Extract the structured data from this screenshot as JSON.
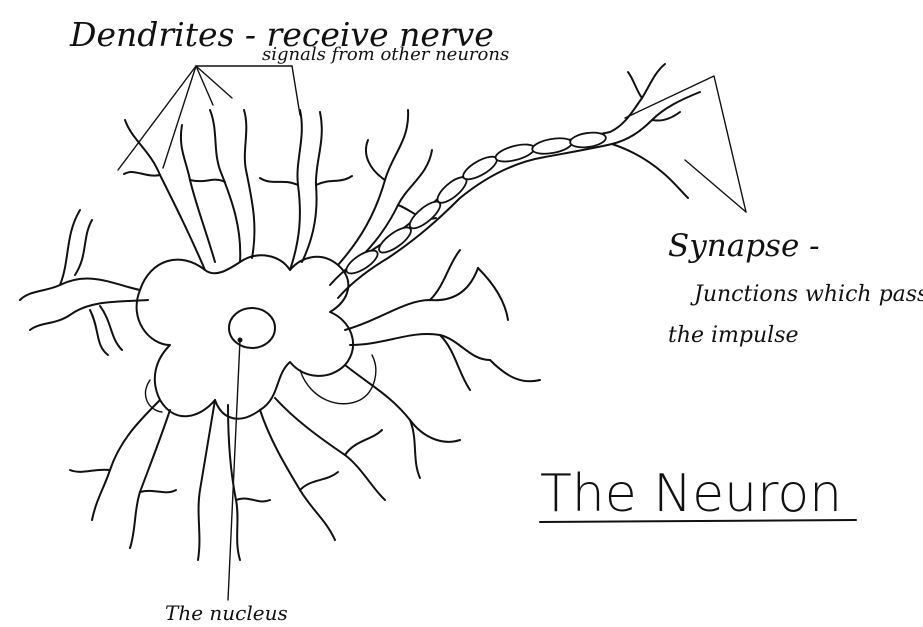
{
  "labels": {
    "dendrites_title": "Dendrites - receive nerve",
    "dendrites_desc": "signals from other neurons",
    "synapse_title": "Synapse -",
    "synapse_line1": "Junctions which pass",
    "synapse_line2": "the impulse",
    "diagram_title": "The Neuron",
    "nucleus": "The nucleus"
  },
  "colors": {
    "ink": "#111111",
    "paper": "#ffffff",
    "shading": "#9a9a9a"
  }
}
